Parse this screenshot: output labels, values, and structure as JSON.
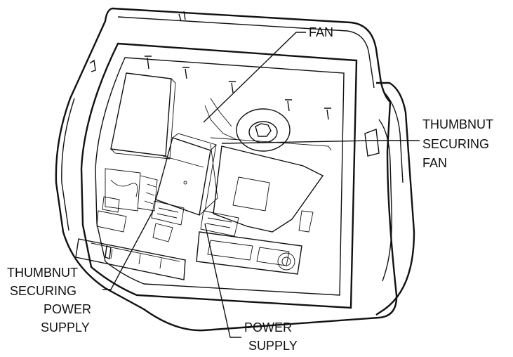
{
  "labels": {
    "fan": "FAN",
    "thumbnut_fan": [
      "THUMBNUT",
      "SECURING",
      "FAN"
    ],
    "thumbnut_power_supply": [
      "THUMBNUT",
      "SECURING",
      "POWER",
      "SUPPLY"
    ],
    "power_supply": [
      "POWER",
      "SUPPLY"
    ]
  },
  "colors": {
    "line": "#111111",
    "background": "#ffffff"
  }
}
